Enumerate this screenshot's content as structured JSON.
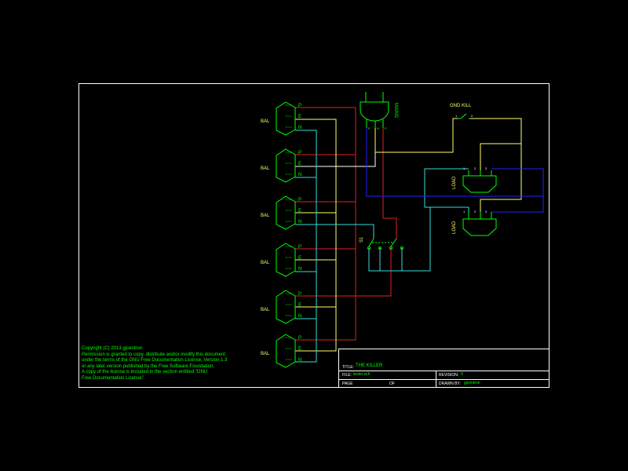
{
  "colors": {
    "background": "#000000",
    "component": "#00ff00",
    "frame": "#ffffff",
    "net_p": "#e02020",
    "net_e": "#ffff66",
    "net_n": "#33dddd",
    "net_load": "#2222ff"
  },
  "connectors": [
    {
      "label": "BAL",
      "pins": [
        "P",
        "E",
        "N"
      ]
    },
    {
      "label": "BAL",
      "pins": [
        "P",
        "E",
        "N"
      ]
    },
    {
      "label": "BAL",
      "pins": [
        "P",
        "E",
        "N"
      ]
    },
    {
      "label": "BAL",
      "pins": [
        "P",
        "E",
        "N"
      ]
    },
    {
      "label": "BAL",
      "pins": [
        "P",
        "E",
        "N"
      ]
    },
    {
      "label": "BAL",
      "pins": [
        "P",
        "E",
        "N"
      ]
    }
  ],
  "mains": {
    "label": "MAINS",
    "pins": [
      "E",
      "N",
      "P"
    ]
  },
  "gnd_kill": {
    "label": "GND KILL",
    "pins": [
      "1",
      "2"
    ]
  },
  "switch": {
    "label": "S1"
  },
  "loads": [
    {
      "label": "LOAD",
      "pins": [
        "1",
        "2",
        "3"
      ]
    },
    {
      "label": "LOAD",
      "pins": [
        "1",
        "2",
        "3"
      ]
    }
  ],
  "copyright": "Copyright (C) 2013 gjcentron\nPermission is granted to copy, distribute and/or modify this document\nunder the terms of the GNU Free Documentation License, Version 1.3\nor any later version published by the Free Software Foundation;\nA copy of the license is included in the section entitled \"GNU\nFree Documentation License\".",
  "title_block": {
    "title_label": "TITLE:",
    "title": "THE KILLER",
    "file_label": "FILE:",
    "file": "tester.sch",
    "page_label": "PAGE",
    "of_label": "OF",
    "revision_label": "REVISION:",
    "revision": "0",
    "drawn_by_label": "DRAWN BY:",
    "drawn_by": "gjcentron"
  }
}
